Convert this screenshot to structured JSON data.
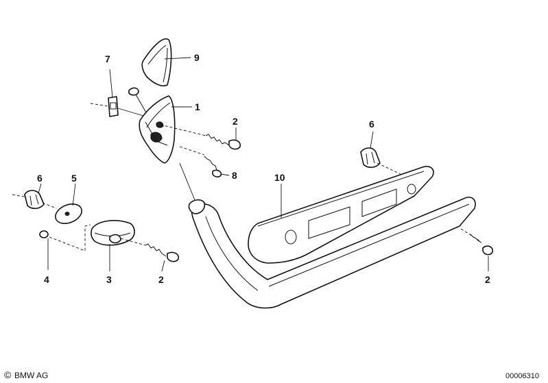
{
  "callouts": {
    "c1": "1",
    "c2a": "2",
    "c2b": "2",
    "c2c": "2",
    "c3": "3",
    "c4": "4",
    "c5": "5",
    "c6a": "6",
    "c6b": "6",
    "c7": "7",
    "c8": "8",
    "c9": "9",
    "c10": "10"
  },
  "footer": {
    "copyright_symbol": "©",
    "copyright_text": "BMW AG",
    "image_number": "00006310"
  },
  "colors": {
    "line": "#111111",
    "background": "#ffffff"
  }
}
